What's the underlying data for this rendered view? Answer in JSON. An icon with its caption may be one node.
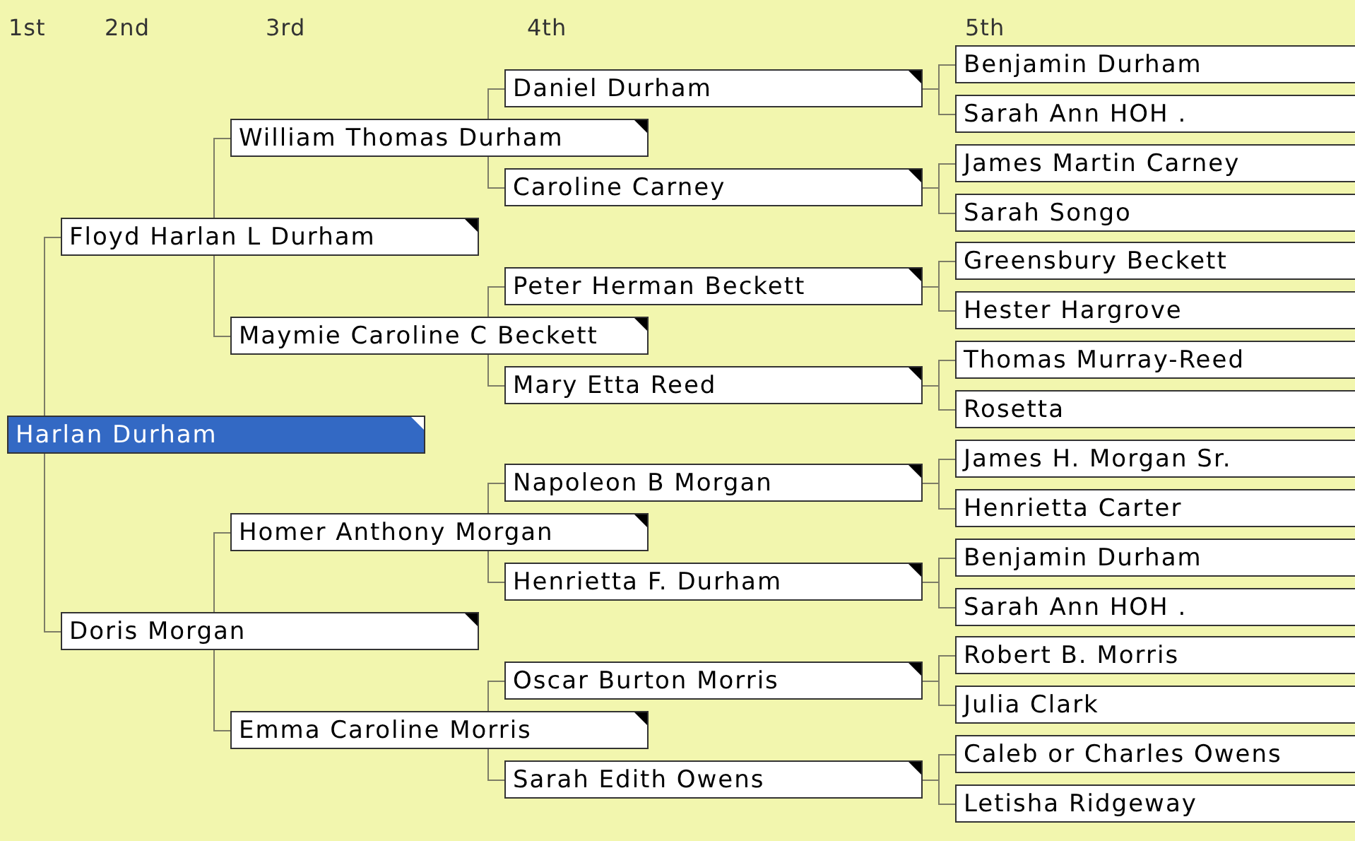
{
  "diagram": {
    "nodes": [
      {
        "text": [
          "Harlan Durham"
        ]
      },
      {
        "text": [
          "Floyd Harlan L Durham"
        ]
      },
      {
        "text": [
          "Doris Morgan"
        ]
      },
      {
        "text": [
          "William Thomas Durham"
        ]
      },
      {
        "text": [
          "Maymie Caroline C Beckett"
        ]
      },
      {
        "text": [
          "Homer Anthony Morgan"
        ]
      },
      {
        "text": [
          "Emma Caroline Morris"
        ]
      },
      {
        "text": [
          "Daniel Durham"
        ]
      },
      {
        "text": [
          "Caroline Carney"
        ]
      },
      {
        "text": [
          "Peter Herman Beckett"
        ]
      },
      {
        "text": [
          "Mary Etta Reed"
        ]
      },
      {
        "text": [
          "Napoleon B Morgan"
        ]
      },
      {
        "text": [
          "Henrietta F. Durham"
        ]
      },
      {
        "text": [
          "Oscar Burton Morris"
        ]
      },
      {
        "text": [
          "Sarah Edith Owens"
        ]
      },
      {
        "text": [
          "Benjamin Durham"
        ]
      },
      {
        "text": [
          "Sarah Ann HOH ."
        ]
      },
      {
        "text": [
          "James Martin Carney"
        ]
      },
      {
        "text": [
          "Sarah Songo"
        ]
      },
      {
        "text": [
          "Greensbury Beckett"
        ]
      },
      {
        "text": [
          "Hester Hargrove"
        ]
      },
      {
        "text": [
          "Thomas Murray-Reed"
        ]
      },
      {
        "text": [
          "Rosetta"
        ]
      },
      {
        "text": [
          "James H. Morgan Sr."
        ]
      },
      {
        "text": [
          "Henrietta Carter"
        ]
      },
      {
        "text": [
          "Benjamin Durham"
        ]
      },
      {
        "text": [
          "Sarah Ann HOH ."
        ]
      },
      {
        "text": [
          "Robert B. Morris"
        ]
      },
      {
        "text": [
          "Julia Clark"
        ]
      },
      {
        "text": [
          "Caleb or Charles Owens"
        ]
      },
      {
        "text": [
          "Letisha Ridgeway"
        ]
      }
    ],
    "edges": [
      {
        "from": 0,
        "to": 1,
        "arrow": "none"
      },
      {
        "from": 0,
        "to": 2,
        "arrow": "none"
      },
      {
        "from": 1,
        "to": 3,
        "arrow": "none"
      },
      {
        "from": 1,
        "to": 4,
        "arrow": "none"
      },
      {
        "from": 2,
        "to": 5,
        "arrow": "none"
      },
      {
        "from": 2,
        "to": 6,
        "arrow": "none"
      },
      {
        "from": 3,
        "to": 7,
        "arrow": "none"
      },
      {
        "from": 3,
        "to": 8,
        "arrow": "none"
      },
      {
        "from": 4,
        "to": 9,
        "arrow": "none"
      },
      {
        "from": 4,
        "to": 10,
        "arrow": "none"
      },
      {
        "from": 5,
        "to": 11,
        "arrow": "none"
      },
      {
        "from": 5,
        "to": 12,
        "arrow": "none"
      },
      {
        "from": 6,
        "to": 13,
        "arrow": "none"
      },
      {
        "from": 6,
        "to": 14,
        "arrow": "none"
      },
      {
        "from": 7,
        "to": 15,
        "arrow": "none"
      },
      {
        "from": 7,
        "to": 16,
        "arrow": "none"
      },
      {
        "from": 8,
        "to": 17,
        "arrow": "none"
      },
      {
        "from": 8,
        "to": 18,
        "arrow": "none"
      },
      {
        "from": 9,
        "to": 19,
        "arrow": "none"
      },
      {
        "from": 9,
        "to": 20,
        "arrow": "none"
      },
      {
        "from": 10,
        "to": 21,
        "arrow": "none"
      },
      {
        "from": 10,
        "to": 22,
        "arrow": "none"
      },
      {
        "from": 11,
        "to": 23,
        "arrow": "none"
      },
      {
        "from": 11,
        "to": 24,
        "arrow": "none"
      },
      {
        "from": 12,
        "to": 25,
        "arrow": "none"
      },
      {
        "from": 12,
        "to": 26,
        "arrow": "none"
      },
      {
        "from": 13,
        "to": 27,
        "arrow": "none"
      },
      {
        "from": 13,
        "to": 28,
        "arrow": "none"
      },
      {
        "from": 14,
        "to": 29,
        "arrow": "none"
      },
      {
        "from": 14,
        "to": 30,
        "arrow": "none"
      }
    ],
    "labels": [
      "1st",
      "2nd",
      "3rd",
      "4th",
      "5th"
    ]
  }
}
